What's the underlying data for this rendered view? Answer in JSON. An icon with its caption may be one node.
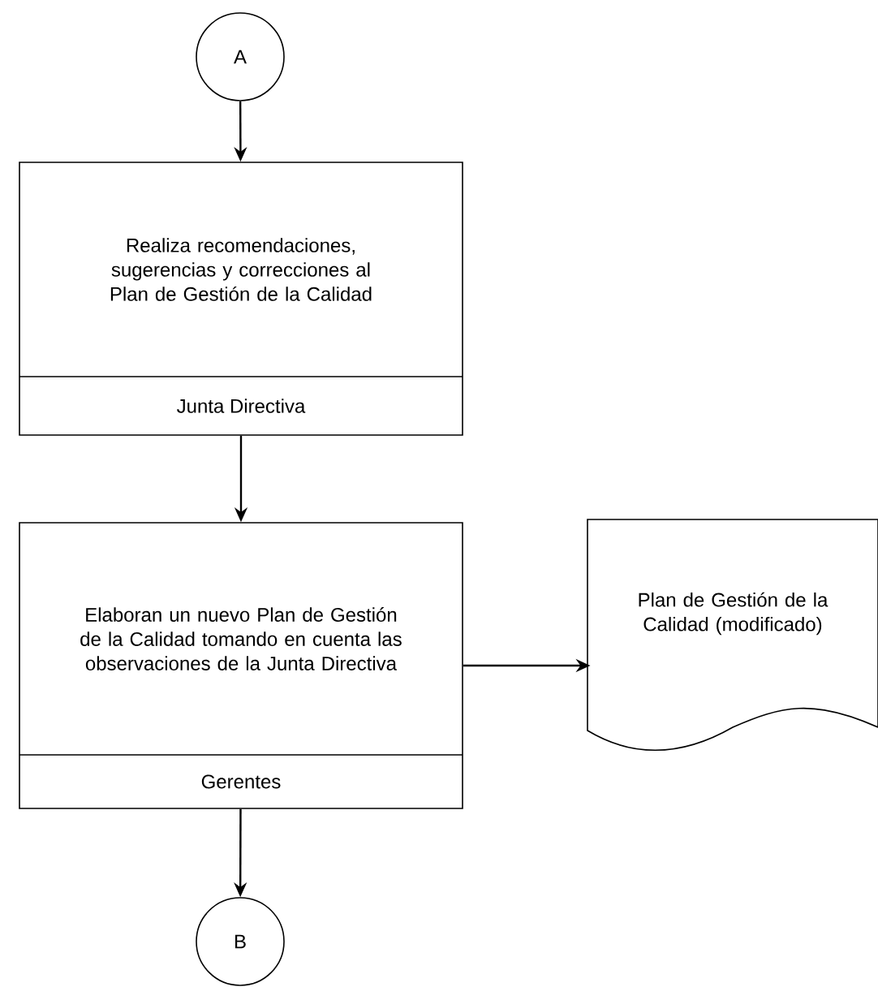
{
  "diagram": {
    "nodes": [
      {
        "text": [
          "A"
        ]
      },
      {
        "text": [
          "Realiza recomendaciones, sugerencias y correcciones al Plan de Gestión de la Calidad",
          "Junta Directiva"
        ]
      },
      {
        "text": [
          "Elaboran un nuevo Plan de Gestión de la Calidad tomando en cuenta las observaciones de la Junta Directiva",
          "Gerentes"
        ]
      },
      {
        "text": [
          "Plan de Gestión de la Calidad (modificado)"
        ]
      },
      {
        "text": [
          "B"
        ]
      }
    ],
    "edges": [
      {
        "from": 0,
        "to": 1,
        "arrow": "to"
      },
      {
        "from": 1,
        "to": 2,
        "arrow": "to"
      },
      {
        "from": 2,
        "to": 3,
        "arrow": "to"
      },
      {
        "from": 2,
        "to": 4,
        "arrow": "to"
      }
    ]
  }
}
